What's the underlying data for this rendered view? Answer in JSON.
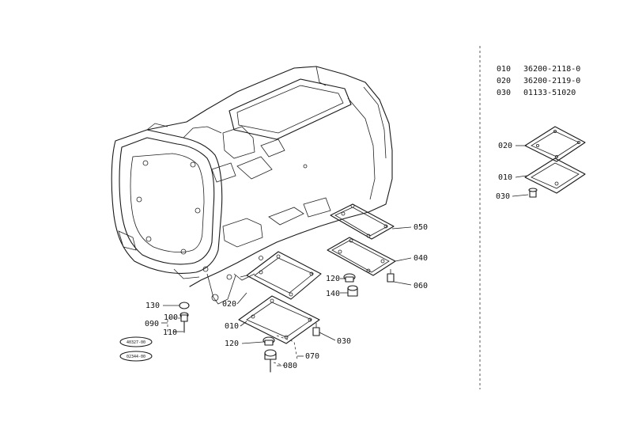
{
  "parts_table": [
    {
      "ref": "010",
      "part_number": "36200-2118-0"
    },
    {
      "ref": "020",
      "part_number": "36200-2119-0"
    },
    {
      "ref": "030",
      "part_number": "01133-51020"
    }
  ],
  "callouts": {
    "c050": "050",
    "c040": "040",
    "c060": "060",
    "c120a": "120",
    "c140": "140",
    "c020": "020",
    "c010": "010",
    "c030": "030",
    "c120b": "120",
    "c070": "070",
    "c080": "080",
    "c130": "130",
    "c100": "100",
    "c090": "090",
    "c110": "110",
    "d020": "020",
    "d010": "010",
    "d030": "030"
  },
  "stamps": [
    "40327-00",
    "02344-00"
  ]
}
